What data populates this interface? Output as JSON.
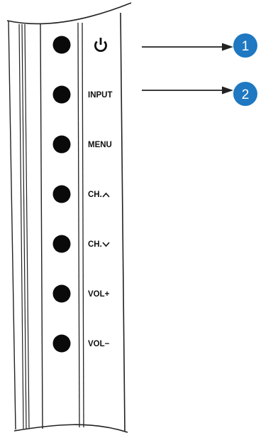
{
  "buttons": [
    {
      "id": "power",
      "label": "",
      "icon": "power-icon"
    },
    {
      "id": "input",
      "label": "INPUT"
    },
    {
      "id": "menu",
      "label": "MENU"
    },
    {
      "id": "ch-up",
      "label": "CH.",
      "icon": "chevron-up-icon"
    },
    {
      "id": "ch-down",
      "label": "CH.",
      "icon": "chevron-down-icon"
    },
    {
      "id": "vol-up",
      "label": "VOL+"
    },
    {
      "id": "vol-down",
      "label": "VOL−"
    }
  ],
  "callouts": [
    {
      "number": "1",
      "target": "power"
    },
    {
      "number": "2",
      "target": "input"
    }
  ],
  "colors": {
    "callout_fill": "#1f78c1",
    "button_fill": "#0a0a0a",
    "line": "#222222"
  }
}
